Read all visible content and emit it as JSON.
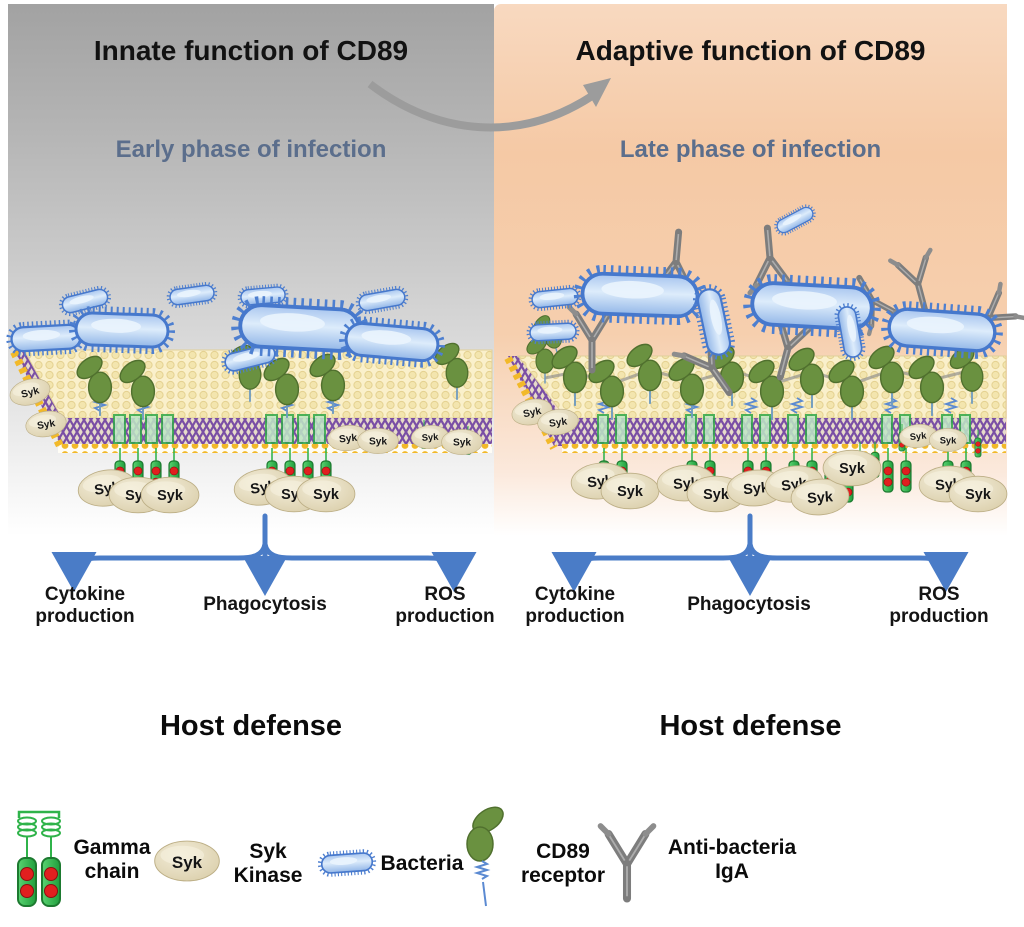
{
  "figure": {
    "type": "scientific-schematic",
    "subject": "CD89 (Fc alpha receptor) signaling in innate vs adaptive immunity"
  },
  "panels": {
    "left": {
      "title": "Innate function of CD89",
      "phase": "Early phase of infection",
      "outcomes": [
        "Cytokine production",
        "Phagocytosis",
        "ROS production"
      ],
      "host_defense": "Host defense"
    },
    "right": {
      "title": "Adaptive function of CD89",
      "phase": "Late phase of infection",
      "outcomes": [
        "Cytokine production",
        "Phagocytosis",
        "ROS production"
      ],
      "host_defense": "Host defense"
    }
  },
  "labels": {
    "syk": "Syk"
  },
  "legend": {
    "items": [
      {
        "icon": "gamma-chain-icon",
        "label": "Gamma chain"
      },
      {
        "icon": "syk-kinase-icon",
        "label": "Syk Kinase"
      },
      {
        "icon": "bacteria-icon",
        "label": "Bacteria"
      },
      {
        "icon": "cd89-receptor-icon",
        "label": "CD89 receptor"
      },
      {
        "icon": "anti-bacteria-iga-icon",
        "label": "Anti-bacteria IgA"
      }
    ]
  },
  "colors": {
    "panel_left_top": "#a2a2a2",
    "panel_right_top": "#f5c9a5",
    "phase_text": "#5b6e8c",
    "outcome_arrow_blue": "#4a7cc7",
    "transition_arrow_gray": "#9c9c9c",
    "bacteria_blue": "#4d7fd0",
    "receptor_green": "#6a9140",
    "gamma_chain_green": "#2fb34a",
    "itam_red": "#e11f1f",
    "syk_tan": "#e6dcba",
    "iga_gray": "#7d7d7d",
    "membrane_cream": "#faf0cb",
    "membrane_purple": "#7a4fa5",
    "membrane_gold": "#f2b929"
  }
}
